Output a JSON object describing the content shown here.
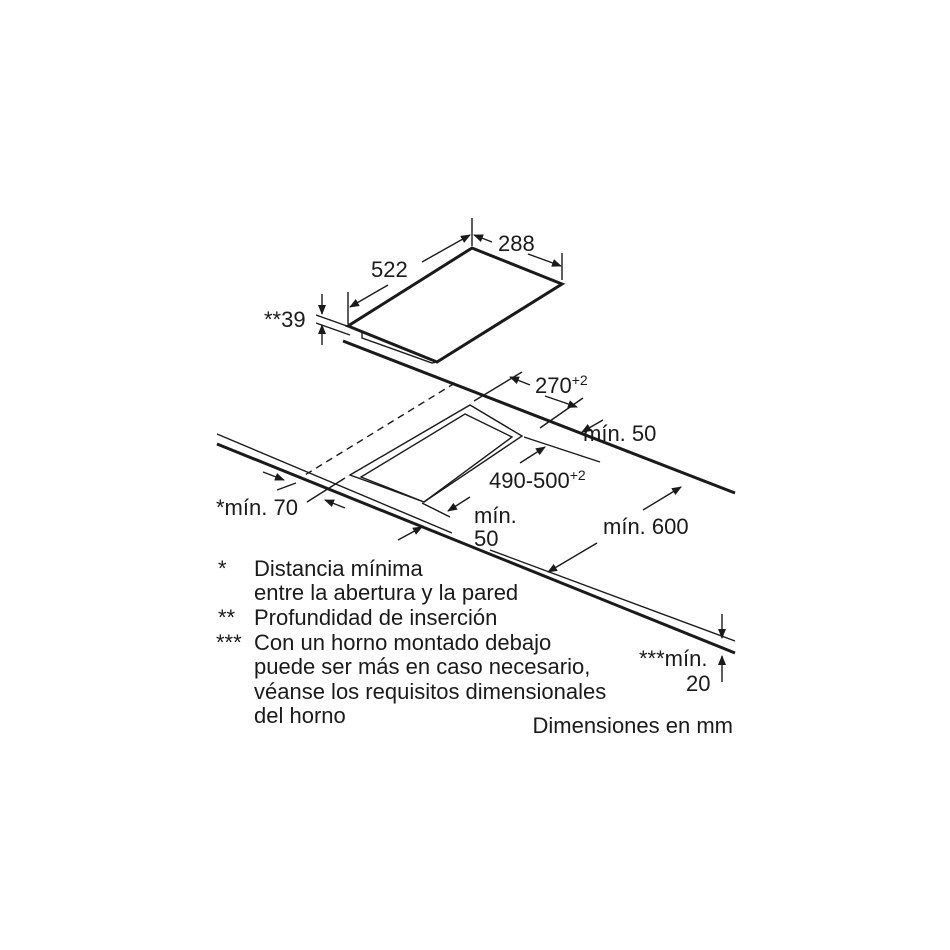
{
  "dimensions": {
    "width": "522",
    "depth": "288",
    "insertion_depth": "**39",
    "cutout_depth": "270",
    "cutout_depth_tol": "+2",
    "cutout_width": "490-500",
    "cutout_width_tol": "+2",
    "min_back": "mín. 50",
    "min_front_1": "mín.",
    "min_front_2": "50",
    "min_wall": "*mín. 70",
    "min_counter_depth": "mín. 600",
    "min_oven_1": "***mín.",
    "min_oven_2": "20"
  },
  "notes": [
    {
      "mark": "*",
      "lines": [
        "Distancia mínima",
        "entre la abertura y la pared"
      ]
    },
    {
      "mark": "**",
      "lines": [
        "Profundidad de inserción"
      ]
    },
    {
      "mark": "***",
      "lines": [
        "Con un horno montado debajo",
        "puede ser más en caso necesario,",
        "véanse los requisitos dimensionales",
        "del horno"
      ]
    }
  ],
  "units_label": "Dimensiones en mm"
}
